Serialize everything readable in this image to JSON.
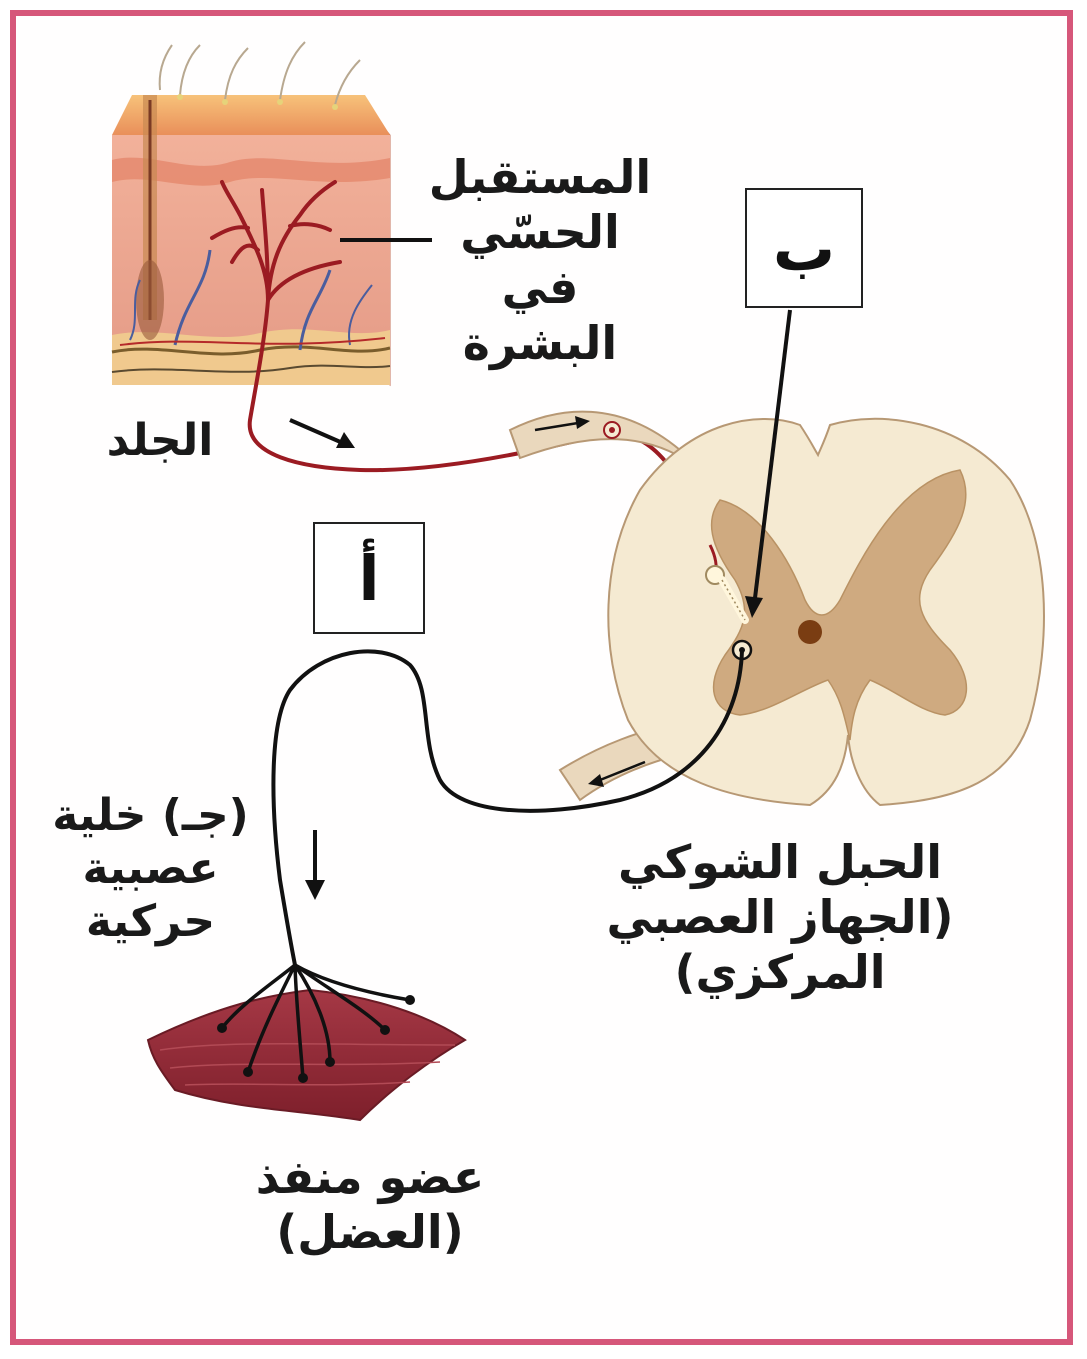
{
  "labels": {
    "receptor_line1": "المستقبل",
    "receptor_line2": "الحسّي في",
    "receptor_line3": "البشرة",
    "skin": "الجلد",
    "box_b": "ب",
    "box_a": "أ",
    "motor_line1": "(جـ) خلية",
    "motor_line2": "عصبية",
    "motor_line3": "حركية",
    "cord_line1": "الحبل الشوكي",
    "cord_line2": "(الجهاز العصبي",
    "cord_line3": "المركزي)",
    "effector_line1": "عضو منفذ",
    "effector_line2": "(العضل)"
  },
  "colors": {
    "frame": "#d6577a",
    "sensory_neuron": "#9b1b22",
    "motor_neuron": "#111111",
    "spinal_white": "#f5ead2",
    "spinal_gray": "#cfaa80",
    "muscle": "#8f2a35",
    "skin": "#e9a08a"
  }
}
